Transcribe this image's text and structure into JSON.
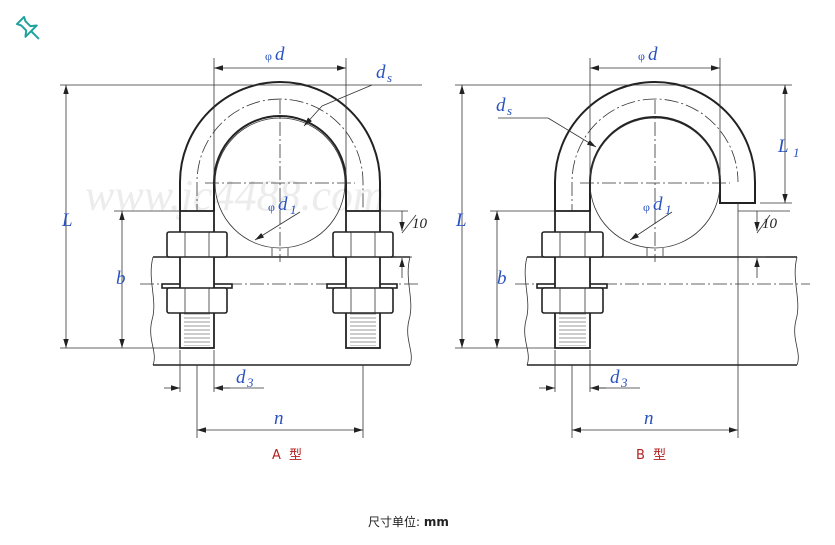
{
  "labels": {
    "phi": "φ",
    "d": "d",
    "ds_main": "d",
    "ds_sub": "s",
    "d1_main": "d",
    "d1_sub": "1",
    "d3_main": "d",
    "d3_sub": "3",
    "L": "L",
    "L1_main": "L",
    "L1_sub": "1",
    "b": "b",
    "n": "n",
    "ten": "10"
  },
  "captions": {
    "a": "A 型",
    "b": "B 型"
  },
  "unit_label": "尺寸单位: ",
  "unit_value": "mm",
  "watermark": "www.jc4488.com",
  "icons": {
    "pin": "pushpin-icon"
  }
}
